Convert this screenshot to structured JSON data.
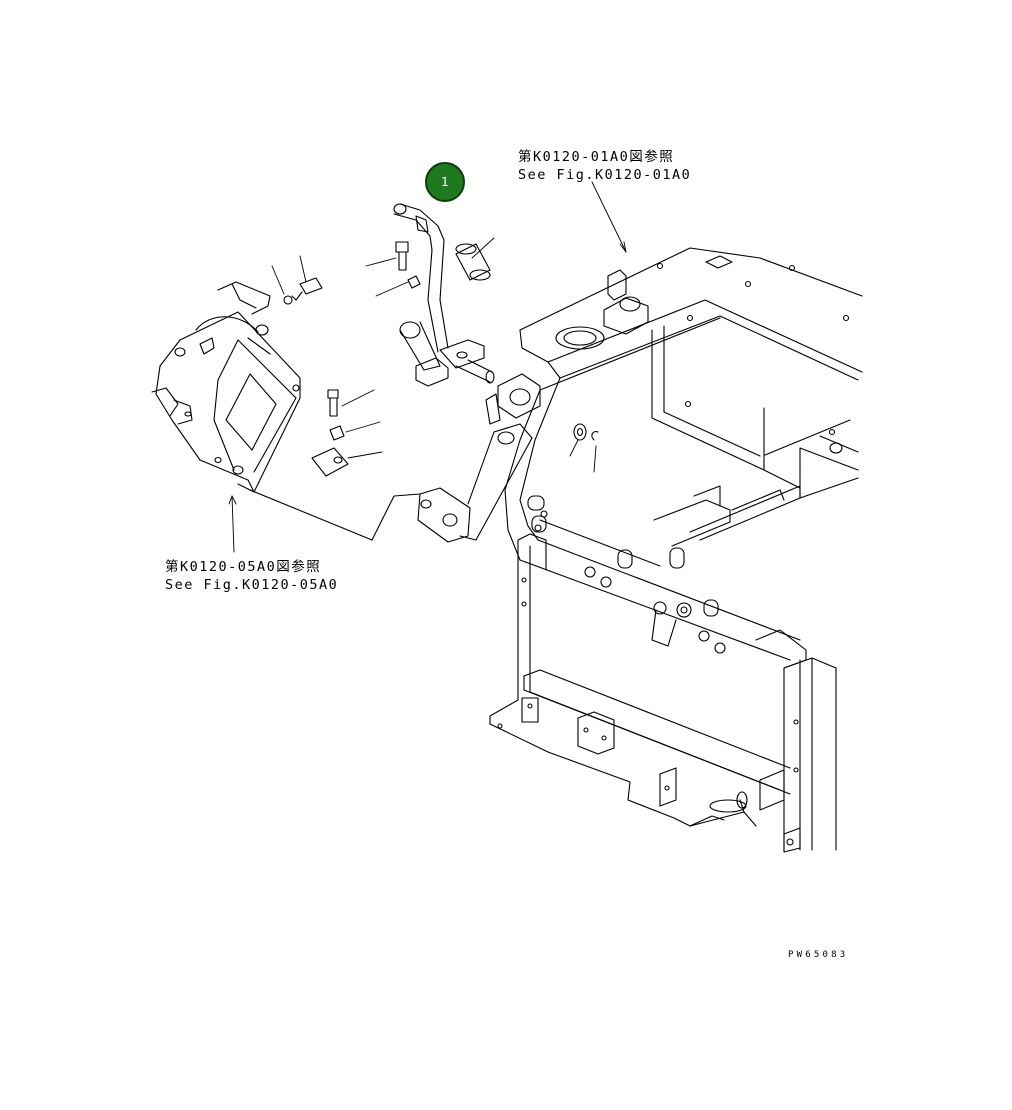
{
  "references": {
    "top": {
      "jp": "第K0120-01A0図参照",
      "en": "See Fig.K0120-01A0"
    },
    "left": {
      "jp": "第K0120-05A0図参照",
      "en": "See Fig.K0120-05A0"
    }
  },
  "callouts": [
    {
      "label": "1"
    }
  ],
  "drawing_number": "PW65083",
  "colors": {
    "callout_fill": "#1f7a1f",
    "line": "#000000"
  }
}
